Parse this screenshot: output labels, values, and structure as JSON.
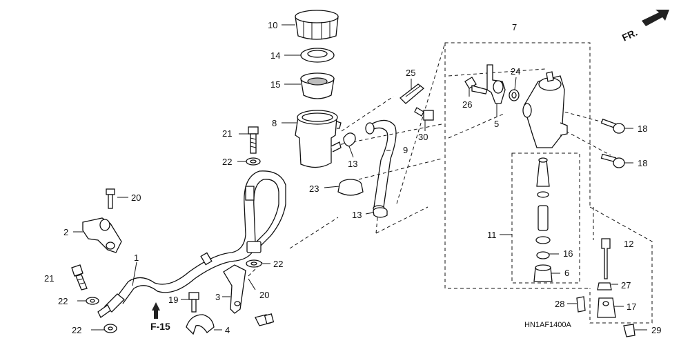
{
  "labels": {
    "p10": "10",
    "p14": "14",
    "p15": "15",
    "p8": "8",
    "p21a": "21",
    "p22a": "22",
    "p25": "25",
    "p30": "30",
    "p9": "9",
    "p13a": "13",
    "p23": "23",
    "p13b": "13",
    "p7": "7",
    "p24": "24",
    "p26": "26",
    "p5": "5",
    "p18a": "18",
    "p18b": "18",
    "p11": "11",
    "p16": "16",
    "p6": "6",
    "p12": "12",
    "p27": "27",
    "p17": "17",
    "p28": "28",
    "p29": "29",
    "p20a": "20",
    "p2": "2",
    "p1": "1",
    "p21b": "21",
    "p22b": "22",
    "p22c": "22",
    "p22d": "22",
    "p19": "19",
    "p3": "3",
    "p20b": "20",
    "p4": "4"
  },
  "direction_label": "FR.",
  "reference_label": "F-15",
  "diagram_code": "HN1AF1400A"
}
